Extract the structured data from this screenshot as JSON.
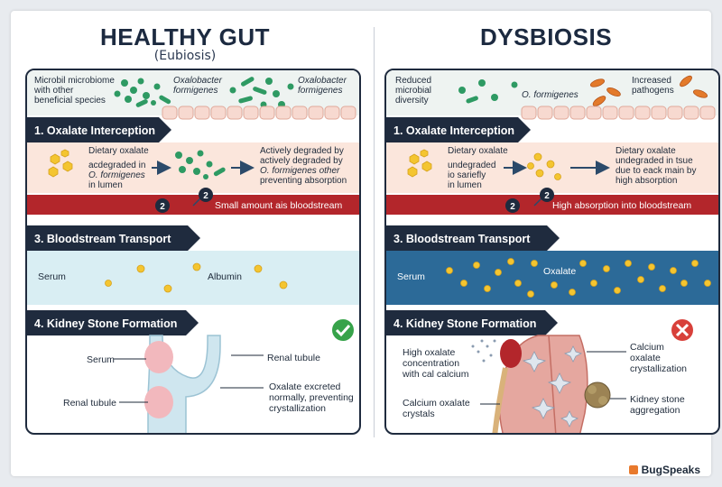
{
  "left": {
    "title": "HEALTHY GUT",
    "subtitle": "(Eubiosis)",
    "microbiome": {
      "label": [
        "Microbil microbiome",
        "with other",
        "beneficial species"
      ],
      "species_1": [
        "Oxalobacter",
        "formigenes"
      ],
      "species_2": [
        "Oxalobacter",
        "formigenes"
      ]
    },
    "section1": "1. Oxalate Interception",
    "dietary": [
      "Dietary oxalate",
      "acdegraded in",
      "O. formigenes",
      "in lumen"
    ],
    "degraded": [
      "Actively degraded by",
      "actively degraded by",
      "O. formigenes other",
      "preventing absorption"
    ],
    "step_badge": "2",
    "blood_band": "Small amount ais bloodstream",
    "section3": "3. Bloodstream Transport",
    "serum": "Serum",
    "albumin": "Albumin",
    "section4": "4. Kidney Stone Formation",
    "kidney_serum": "Serum",
    "renal_tubule_right": "Renal tubule",
    "renal_tubule_left": "Renal tubule",
    "excreted": [
      "Oxalate excreted",
      "normally, preventing",
      "crystallization"
    ],
    "status_icon": "check-icon"
  },
  "right": {
    "title": "DYSBIOSIS",
    "microbiome": {
      "label": [
        "Reduced",
        "microbial",
        "diversity"
      ],
      "species": "O. formigenes",
      "pathogens": [
        "Increased",
        "pathogens"
      ]
    },
    "section1": "1. Oxalate Interception",
    "dietary": [
      "Dietary oxalate",
      "undegraded",
      "io sariefly",
      "in lumen"
    ],
    "undegraded": [
      "Dietary oxalate",
      "undegraded in tsue",
      "due to eack main by",
      "high absorption"
    ],
    "step_badge": "2",
    "blood_band": "High absorption into bloodstream",
    "section3": "3. Bloodstream Transport",
    "serum": "Serum",
    "oxalate": "Oxalate",
    "section4": "4. Kidney Stone Formation",
    "high_oxalate": [
      "High oxalate",
      "concentration",
      "with cal calcium"
    ],
    "calcium_crystals": [
      "Calcium oxalate",
      "crystals"
    ],
    "calcium_crystallization": [
      "Calcium",
      "oxalate",
      "crystallization"
    ],
    "kidney_stone": [
      "Kidney stone",
      "aggregation"
    ],
    "status_icon": "cross-icon"
  },
  "brand": "BugSpeaks",
  "colors": {
    "navy": "#1f2b3e",
    "bacteria_green": "#2e9a63",
    "oxalate_yellow": "#f4c530",
    "pathogen_orange": "#e37a2b",
    "blood_red": "#b3262b",
    "check_green": "#37a34a",
    "cross_red": "#d8403a"
  }
}
